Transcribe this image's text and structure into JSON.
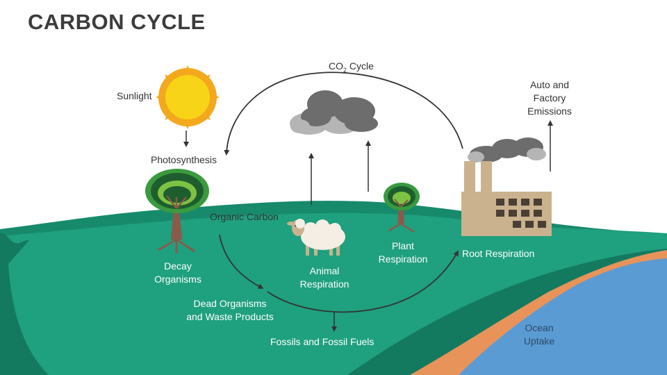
{
  "title": "CARBON CYCLE",
  "labels": {
    "co2_prefix": "CO",
    "co2_sub": "2",
    "co2_suffix": " Cycle",
    "sunlight": "Sunlight",
    "photosynthesis": "Photosynthesis",
    "organic_carbon": "Organic Carbon",
    "auto_factory": [
      "Auto and",
      "Factory",
      "Emissions"
    ],
    "decay_organisms": [
      "Decay",
      "Organisms"
    ],
    "animal_respiration": [
      "Animal",
      "Respiration"
    ],
    "plant_respiration": [
      "Plant",
      "Respiration"
    ],
    "root_respiration": "Root Respiration",
    "dead_organisms": [
      "Dead Organisms",
      "and Waste Products"
    ],
    "fossils": "Fossils and Fossil Fuels",
    "ocean_uptake": [
      "Ocean",
      "Uptake"
    ]
  },
  "colors": {
    "hill_light": "#1fa07f",
    "hill_dark": "#137a5f",
    "hill_mid": "#178a6c",
    "sand": "#e8935a",
    "ocean": "#5a9bd4",
    "sun": "#f7d417",
    "sun_ray": "#f4a81d",
    "cloud_dark": "#6d6d6d",
    "cloud_light": "#b5b5b5",
    "factory": "#c9b28d",
    "factory_window": "#4a3f35",
    "tree_dark": "#1e5e2e",
    "tree_mid": "#3a9a3e",
    "tree_light": "#7dc242",
    "trunk": "#8b5a4a",
    "arrow": "#333333"
  }
}
